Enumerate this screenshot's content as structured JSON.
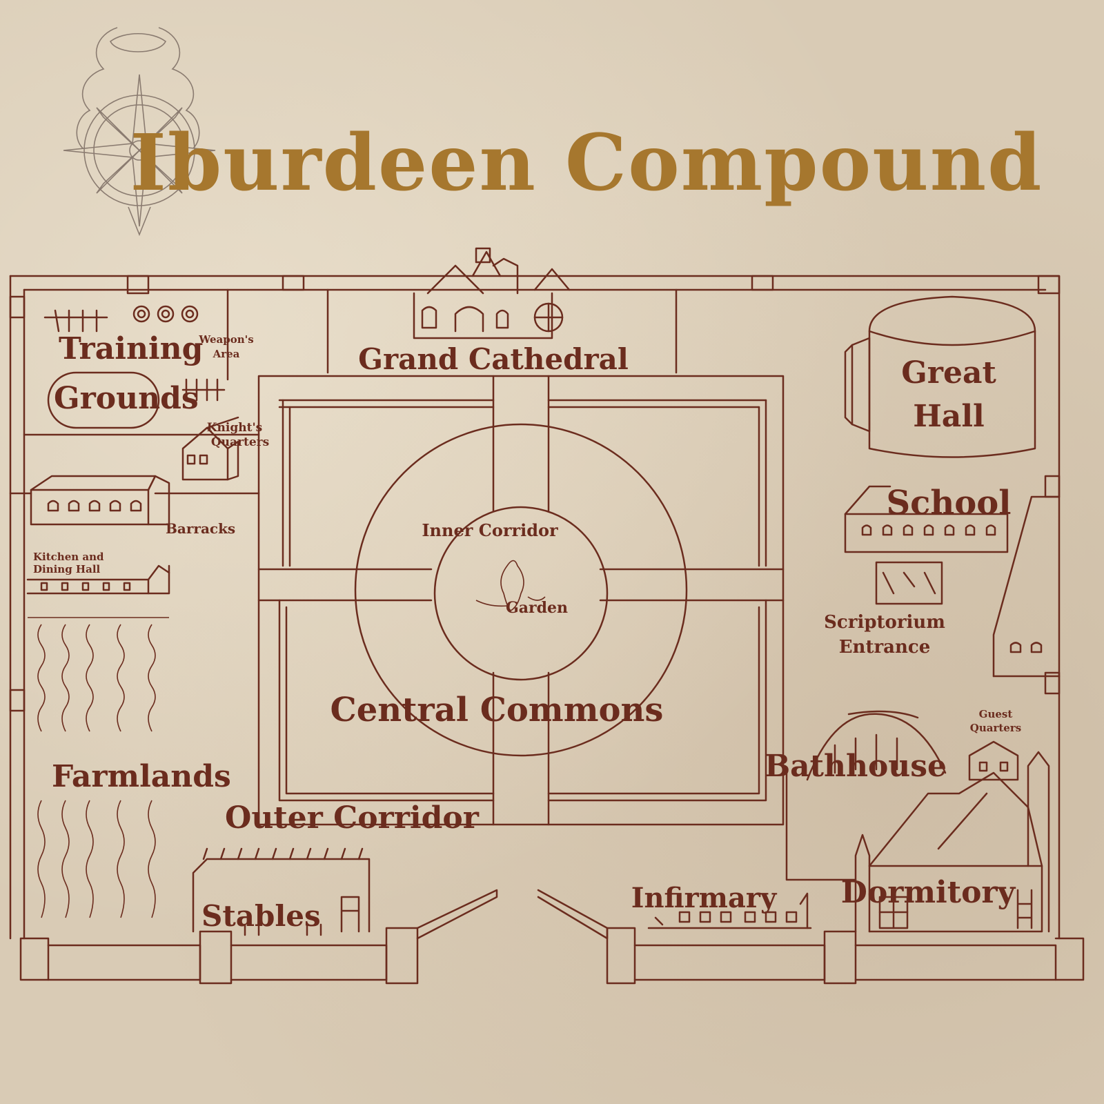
{
  "title": "Iburdeen Compound",
  "labels": {
    "training_grounds_1": "Training",
    "training_grounds_2": "Grounds",
    "weapons_area_1": "Weapon's",
    "weapons_area_2": "Area",
    "knights_quarters_1": "Knight's",
    "knights_quarters_2": "Quarters",
    "barracks": "Barracks",
    "kitchen_1": "Kitchen and",
    "kitchen_2": "Dining Hall",
    "farmlands": "Farmlands",
    "stables": "Stables",
    "grand_cathedral": "Grand Cathedral",
    "inner_corridor": "Inner Corridor",
    "garden": "Garden",
    "central_commons": "Central Commons",
    "outer_corridor": "Outer Corridor",
    "great_hall_1": "Great",
    "great_hall_2": "Hall",
    "school": "School",
    "scriptorium_1": "Scriptorium",
    "scriptorium_2": "Entrance",
    "guest_quarters_1": "Guest",
    "guest_quarters_2": "Quarters",
    "bathhouse": "Bathhouse",
    "infirmary": "Infirmary",
    "dormitory": "Dormitory"
  },
  "colors": {
    "ink": "#6b2c1e",
    "title_gold": "#a6772e",
    "parchment": "#d9cbb5"
  },
  "icons": [
    "compass-rose-icon"
  ]
}
